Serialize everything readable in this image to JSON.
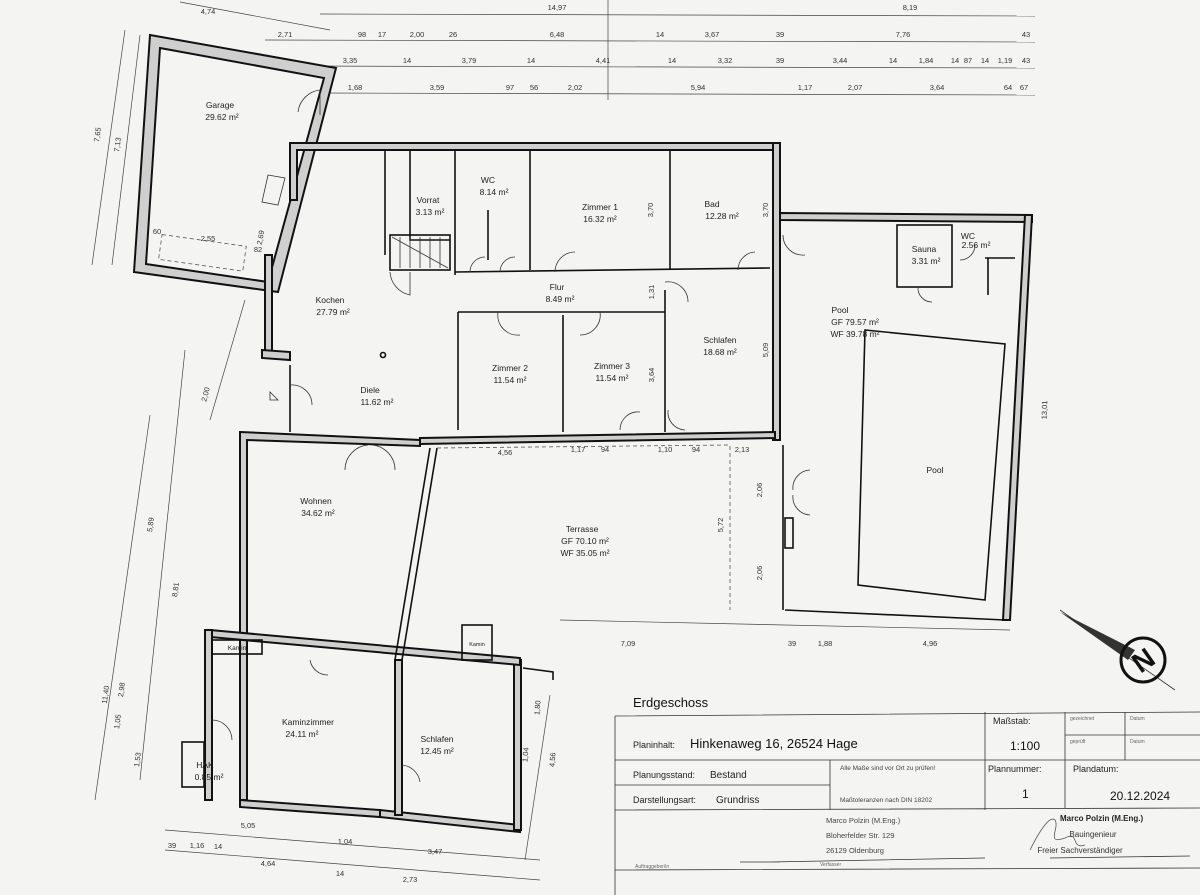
{
  "plan": {
    "floor_title": "Erdgeschoss",
    "rooms": {
      "garage": {
        "name": "Garage",
        "area": "29.62 m²"
      },
      "vorrat": {
        "name": "Vorrat",
        "area": "3.13 m²"
      },
      "wc1": {
        "name": "WC",
        "area": "8.14 m²"
      },
      "zimmer1": {
        "name": "Zimmer 1",
        "area": "16.32 m²"
      },
      "bad": {
        "name": "Bad",
        "area": "12.28 m²"
      },
      "sauna": {
        "name": "Sauna",
        "area": "3.31 m²"
      },
      "wc2": {
        "name": "WC",
        "area": "2.56 m²"
      },
      "kochen": {
        "name": "Kochen",
        "area": "27.79 m²"
      },
      "flur": {
        "name": "Flur",
        "area": "8.49 m²"
      },
      "schlafen1": {
        "name": "Schlafen",
        "area": "18.68 m²"
      },
      "pool_room": {
        "name": "Pool",
        "gf": "GF 79.57 m²",
        "wf": "WF 39.78 m²"
      },
      "zimmer2": {
        "name": "Zimmer 2",
        "area": "11.54 m²"
      },
      "zimmer3": {
        "name": "Zimmer 3",
        "area": "11.54 m²"
      },
      "diele": {
        "name": "Diele",
        "area": "11.62 m²"
      },
      "pool_basin": {
        "name": "Pool"
      },
      "wohnen": {
        "name": "Wohnen",
        "area": "34.62 m²"
      },
      "terrasse": {
        "name": "Terrasse",
        "gf": "GF 70.10 m²",
        "wf": "WF 35.05 m²"
      },
      "kamin1": {
        "name": "Kamin"
      },
      "kamin2": {
        "name": "Kamin"
      },
      "kaminzimmer": {
        "name": "Kaminzimmer",
        "area": "24.11 m²"
      },
      "schlafen2": {
        "name": "Schlafen",
        "area": "12.45 m²"
      },
      "hak": {
        "name": "HAK",
        "area": "0.85 m²"
      }
    },
    "dims_top_row1": [
      "4,74",
      "14,97",
      "8,19"
    ],
    "dims_top_row2": [
      "2,71",
      "98",
      "17",
      "2,00",
      "26",
      "6,48",
      "14",
      "3,67",
      "39",
      "7,76",
      "43"
    ],
    "dims_top_row3": [
      "3,35",
      "14",
      "3,79",
      "14",
      "4,41",
      "14",
      "3,32",
      "39",
      "3,44",
      "14",
      "1,84",
      "14",
      "87",
      "14",
      "1,19",
      "43"
    ],
    "dims_top_row4": [
      "1,68",
      "3,59",
      "97",
      "56",
      "2,02",
      "5,94",
      "1,17",
      "2,07",
      "3,64",
      "64",
      "67"
    ],
    "dims_left": [
      "7,65",
      "7,13",
      "11,40",
      "5,89",
      "8,81",
      "2,98",
      "1,05",
      "1,53",
      "2,00"
    ],
    "dims_interior": [
      "4,56",
      "1,17",
      "94",
      "1,10",
      "94",
      "2,13",
      "7,09",
      "39",
      "1,88",
      "4,96",
      "5,72",
      "13,01",
      "3,70",
      "3,70",
      "5,09",
      "3,64",
      "1,31",
      "2,06",
      "2,06",
      "1,80",
      "4,56",
      "1,04",
      "2,55",
      "2,69",
      "82",
      "60"
    ],
    "dims_bottom": [
      "5,05",
      "1,04",
      "3,47",
      "39",
      "1,16",
      "14",
      "4,64",
      "14",
      "2,73"
    ]
  },
  "title_block": {
    "planinhalt_label": "Planinhalt:",
    "planinhalt_value": "Hinkenaweg 16, 26524 Hage",
    "massstab_label": "Maßstab:",
    "massstab_value": "1:100",
    "gezeichnet_label": "gezeichnet",
    "geprueft_label": "geprüft",
    "datum_label": "Datum",
    "planungsstand_label": "Planungsstand:",
    "planungsstand_value": "Bestand",
    "darstellungsart_label": "Darstellungsart:",
    "darstellungsart_value": "Grundriss",
    "note1": "Alle Maße sind vor Ort zu prüfen!",
    "note2": "Maßtoleranzen nach DIN 18202",
    "plannummer_label": "Plannummer:",
    "plannummer_value": "1",
    "plandatum_label": "Plandatum:",
    "plandatum_value": "20.12.2024",
    "verfasser_name": "Marco Polzin (M.Eng.)",
    "verfasser_street": "Bloherfelder Str. 129",
    "verfasser_city": "26129 Oldenburg",
    "verfasser_label": "Verfasser",
    "auftraggeber_label": "Auftraggeber/in",
    "stamp_name": "Marco Polzin (M.Eng.)",
    "stamp_title1": "Bauingenieur",
    "stamp_title2": "Freier Sachverständiger"
  },
  "north_arrow": {
    "label": "N"
  }
}
